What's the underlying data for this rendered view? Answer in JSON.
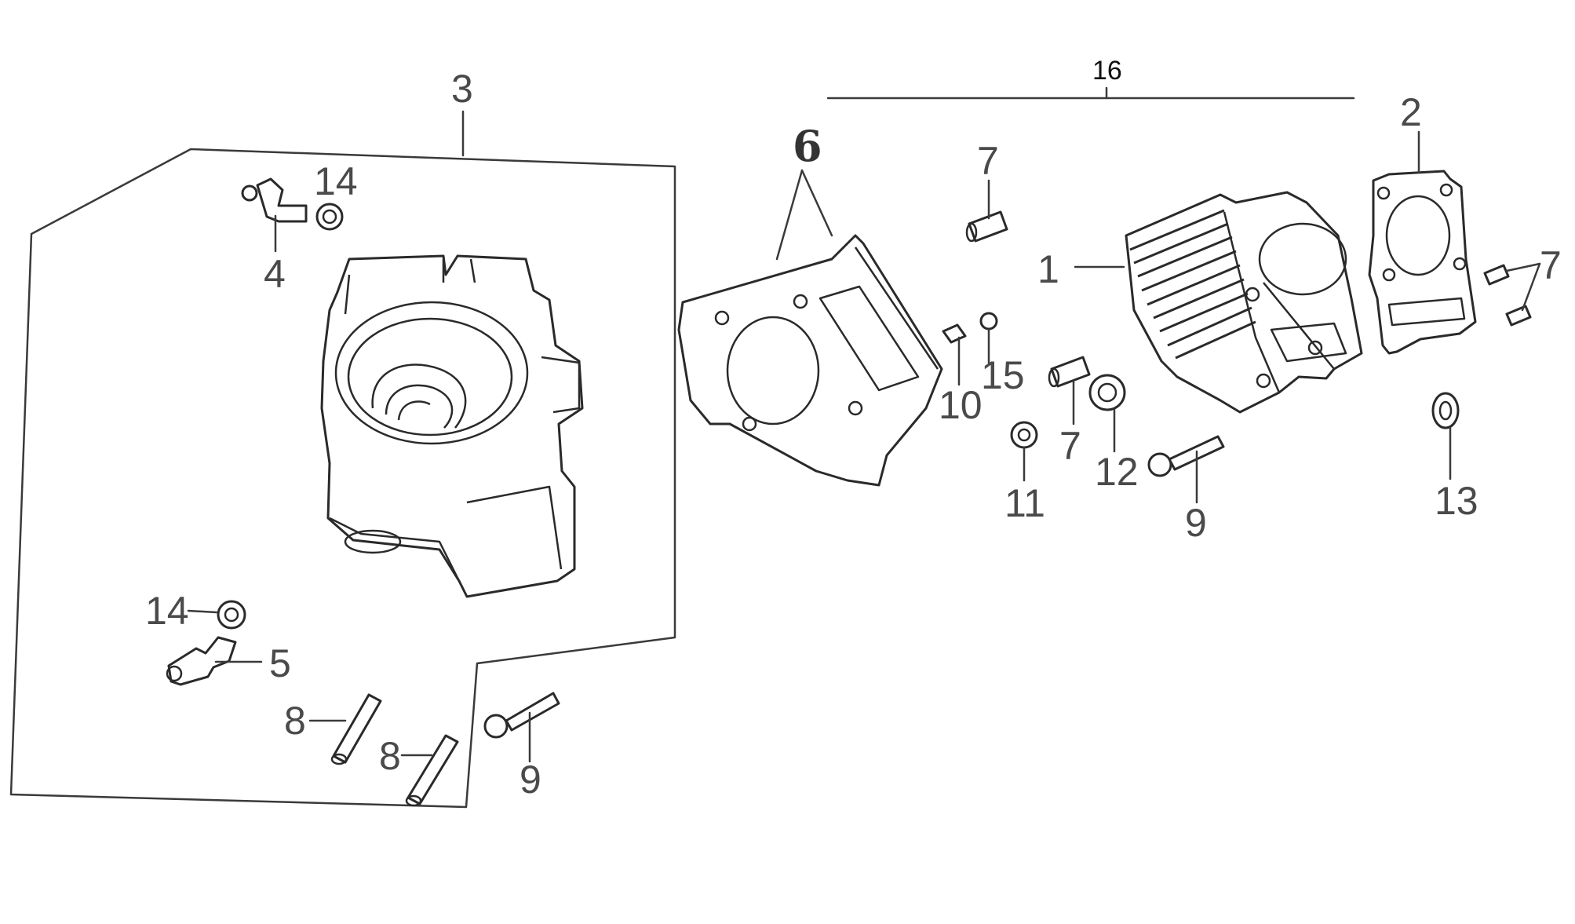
{
  "diagram": {
    "labels": {
      "l1": "1",
      "l2": "2",
      "l3": "3",
      "l4": "4",
      "l5": "5",
      "l6": "6",
      "l7a": "7",
      "l7b": "7",
      "l7c": "7",
      "l8a": "8",
      "l8b": "8",
      "l9a": "9",
      "l9b": "9",
      "l10": "10",
      "l11": "11",
      "l12": "12",
      "l13": "13",
      "l14a": "14",
      "l14b": "14",
      "l15": "15",
      "l16": "16"
    }
  }
}
